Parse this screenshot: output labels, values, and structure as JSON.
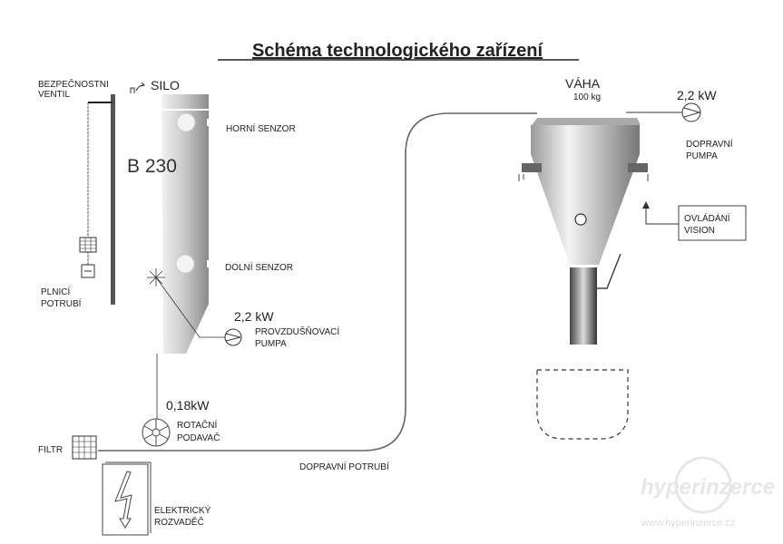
{
  "title": "Schéma technologického zařízení",
  "silo": {
    "safety_valve": [
      "BEZPEČNOSTNI",
      "VENTIL"
    ],
    "label": "SILO",
    "model": "B 230",
    "upper_sensor": "HORNÍ SENZOR",
    "lower_sensor": "DOLNÍ SENZOR",
    "fill_pipe": [
      "PLNICÍ",
      "POTRUBÍ"
    ]
  },
  "aeration_pump": {
    "power": "2,2 kW",
    "label": [
      "PROVZDUŠŇOVACÍ",
      "PUMPA"
    ]
  },
  "rotary_feeder": {
    "power": "0,18kW",
    "label": [
      "ROTAČNÍ",
      "PODAVAČ"
    ]
  },
  "filter": {
    "label": "FILTR"
  },
  "conveying_pipe": {
    "label": "DOPRAVNÍ POTRUBÍ"
  },
  "electrical": {
    "label": [
      "ELEKTRICKÝ",
      "ROZVADĚČ"
    ]
  },
  "scale": {
    "label": "VÁHA",
    "capacity": "100 kg"
  },
  "transport_pump": {
    "power": "2,2 kW",
    "label": [
      "DOPRAVNÍ",
      "PUMPA"
    ]
  },
  "control": {
    "label": [
      "OVLÁDÁNÍ",
      "VISION"
    ]
  },
  "watermark": {
    "logo": "hyperinzerce",
    "url": "www.hyperinzerce.cz"
  }
}
